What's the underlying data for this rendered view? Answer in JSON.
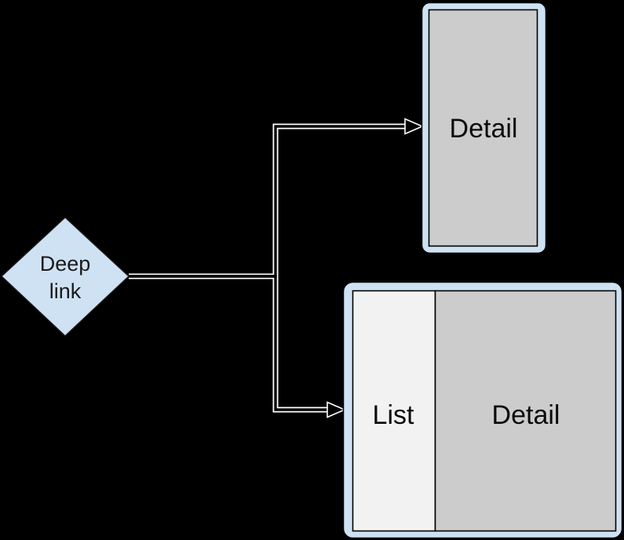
{
  "canvas": {
    "bg": "#000000"
  },
  "diagram": {
    "deep_link_node": {
      "label": "Deep link",
      "line1": "Deep",
      "line2": "link",
      "fill": "#cfe2f3",
      "stroke": "#1c1c1c",
      "text_color": "#1a1a1a"
    },
    "connectors": {
      "casing_color": "#ffffff",
      "line_color": "#000000",
      "targets": [
        "Detail",
        "List Detail"
      ]
    },
    "detail_panel": {
      "label": "Detail",
      "frame_fill": "#cfe2f3",
      "frame_stroke": "#000000",
      "pane_fill": "#cccccc",
      "pane_stroke": "#000000",
      "text_color": "#0a0a0a"
    },
    "list_detail_panel": {
      "list_label": "List",
      "detail_label": "Detail",
      "frame_fill": "#cfe2f3",
      "frame_stroke": "#000000",
      "list_fill": "#f2f2f2",
      "detail_fill": "#cccccc",
      "pane_stroke": "#000000",
      "text_color": "#0a0a0a"
    }
  }
}
